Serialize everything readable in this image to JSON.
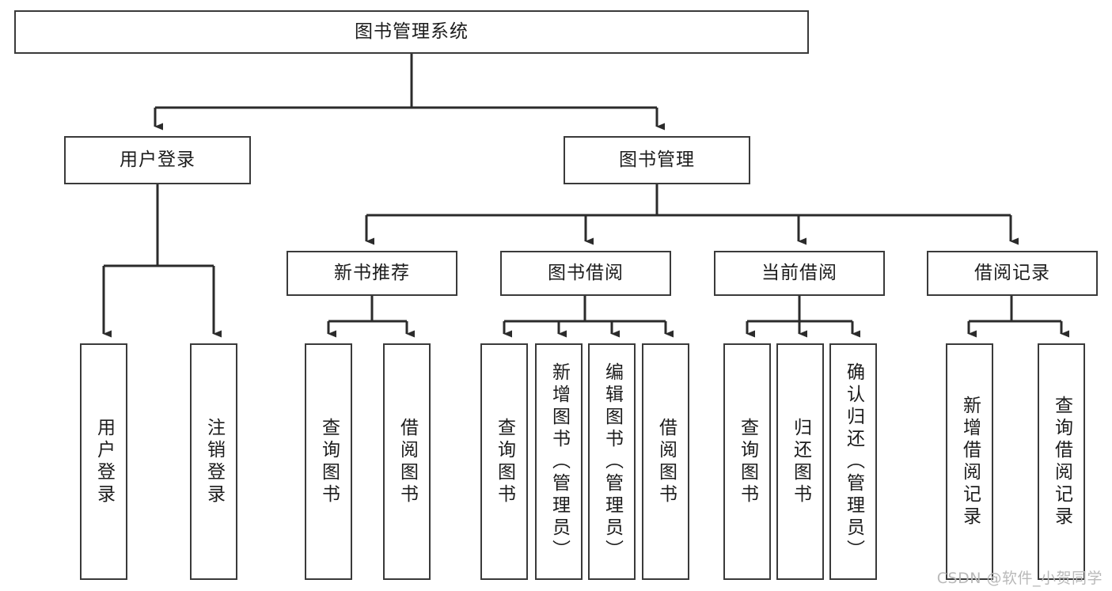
{
  "diagram": {
    "kind": "tree-hierarchy",
    "title": "图书管理系统",
    "watermark": "CSDN @软件_小贺同学",
    "colors": {
      "box_border": "#3a3a3a",
      "box_fill": "#ffffff",
      "connector": "#2b2b2b",
      "text": "#1c1c1c",
      "watermark": "#b9b9b9"
    },
    "nodes": {
      "root": {
        "label": "图书管理系统",
        "level": 0
      },
      "user_login": {
        "label": "用户登录",
        "level": 1
      },
      "book_manage": {
        "label": "图书管理",
        "level": 1
      },
      "new_book_rec": {
        "label": "新书推荐",
        "level": 2
      },
      "book_borrow": {
        "label": "图书借阅",
        "level": 2
      },
      "current_borrow": {
        "label": "当前借阅",
        "level": 2
      },
      "borrow_record": {
        "label": "借阅记录",
        "level": 2
      },
      "leaf_user_login": {
        "label": "用户登录",
        "level": 3
      },
      "leaf_logout": {
        "label": "注销登录",
        "level": 3
      },
      "leaf_query_book_a": {
        "label": "查询图书",
        "level": 3
      },
      "leaf_borrow_book_a": {
        "label": "借阅图书",
        "level": 3
      },
      "leaf_query_book_b": {
        "label": "查询图书",
        "level": 3
      },
      "leaf_add_book": {
        "label": "新增图书（管理员）",
        "level": 3
      },
      "leaf_edit_book": {
        "label": "编辑图书（管理员）",
        "level": 3
      },
      "leaf_borrow_book_b": {
        "label": "借阅图书",
        "level": 3
      },
      "leaf_query_book_c": {
        "label": "查询图书",
        "level": 3
      },
      "leaf_return_book": {
        "label": "归还图书",
        "level": 3
      },
      "leaf_confirm_return": {
        "label": "确认归还（管理员）",
        "level": 3
      },
      "leaf_add_record": {
        "label": "新增借阅记录",
        "level": 3
      },
      "leaf_query_record": {
        "label": "查询借阅记录",
        "level": 3
      }
    },
    "edges": [
      {
        "from": "root",
        "to": "user_login"
      },
      {
        "from": "root",
        "to": "book_manage"
      },
      {
        "from": "user_login",
        "to": "leaf_user_login"
      },
      {
        "from": "user_login",
        "to": "leaf_logout"
      },
      {
        "from": "book_manage",
        "to": "new_book_rec"
      },
      {
        "from": "book_manage",
        "to": "book_borrow"
      },
      {
        "from": "book_manage",
        "to": "current_borrow"
      },
      {
        "from": "book_manage",
        "to": "borrow_record"
      },
      {
        "from": "new_book_rec",
        "to": "leaf_query_book_a"
      },
      {
        "from": "new_book_rec",
        "to": "leaf_borrow_book_a"
      },
      {
        "from": "book_borrow",
        "to": "leaf_query_book_b"
      },
      {
        "from": "book_borrow",
        "to": "leaf_add_book"
      },
      {
        "from": "book_borrow",
        "to": "leaf_edit_book"
      },
      {
        "from": "book_borrow",
        "to": "leaf_borrow_book_b"
      },
      {
        "from": "current_borrow",
        "to": "leaf_query_book_c"
      },
      {
        "from": "current_borrow",
        "to": "leaf_return_book"
      },
      {
        "from": "current_borrow",
        "to": "leaf_confirm_return"
      },
      {
        "from": "borrow_record",
        "to": "leaf_add_record"
      },
      {
        "from": "borrow_record",
        "to": "leaf_query_record"
      }
    ]
  }
}
